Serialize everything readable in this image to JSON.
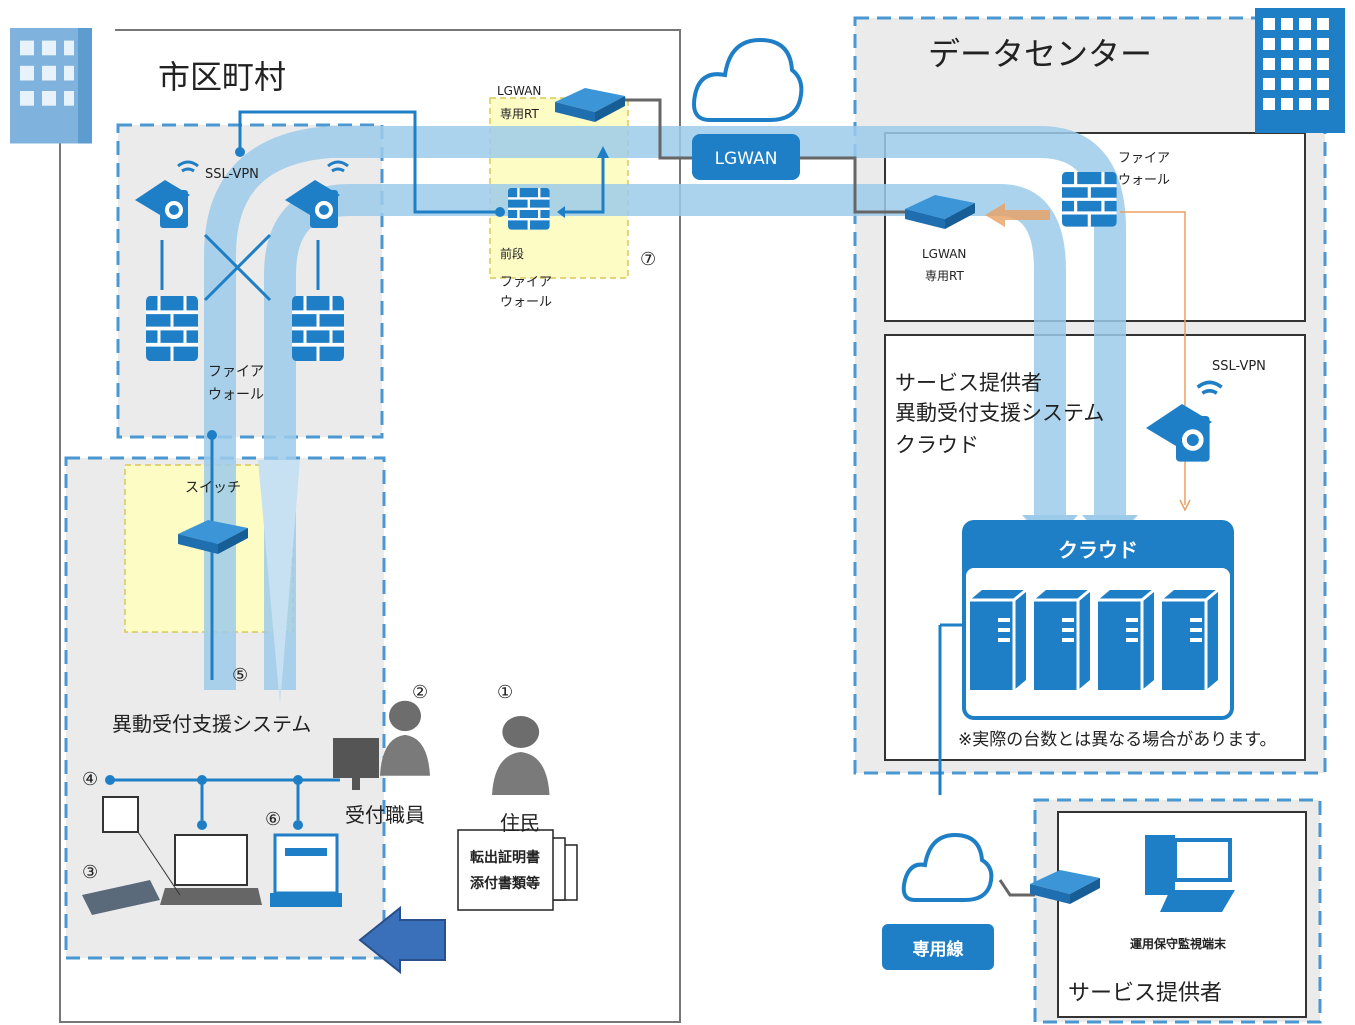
{
  "municipality": {
    "title": "市区町村",
    "ssl_vpn": "SSL-VPN",
    "firewall_label_1": "ファイア",
    "firewall_label_2": "ウォール",
    "switch": "スイッチ",
    "system_label": "異動受付支援システム",
    "staff_label": "受付職員",
    "resident_label": "住民",
    "documents": {
      "line1": "転出証明書",
      "line2": "添付書類等"
    },
    "markers": {
      "m1": "①",
      "m2": "②",
      "m3": "③",
      "m4": "④",
      "m5": "⑤",
      "m6": "⑥",
      "m7": "⑦"
    },
    "lgwan_rt_1": "LGWAN",
    "lgwan_rt_2": "専用RT",
    "mid_fw_1": "前段",
    "mid_fw_2": "ファイア",
    "mid_fw_3": "ウォール"
  },
  "network": {
    "lgwan": "LGWAN",
    "dedicated_line": "専用線"
  },
  "datacenter": {
    "title": "データセンター",
    "firewall_1": "ファイア",
    "firewall_2": "ウォール",
    "lgwan_rt_1": "LGWAN",
    "lgwan_rt_2": "専用RT",
    "ssl_vpn": "SSL-VPN",
    "service_1": "サービス提供者",
    "service_2": "異動受付支援システム",
    "service_3": "クラウド",
    "cloud_header": "クラウド",
    "note": "※実際の台数とは異なる場合があります。"
  },
  "provider": {
    "terminal": "運用保守監視端末",
    "title": "サービス提供者"
  },
  "colors": {
    "blue": "#1f7fc6",
    "light_band": "#9dcbea",
    "yellow": "#fdfcc4",
    "gray_bg": "#ebebeb"
  }
}
